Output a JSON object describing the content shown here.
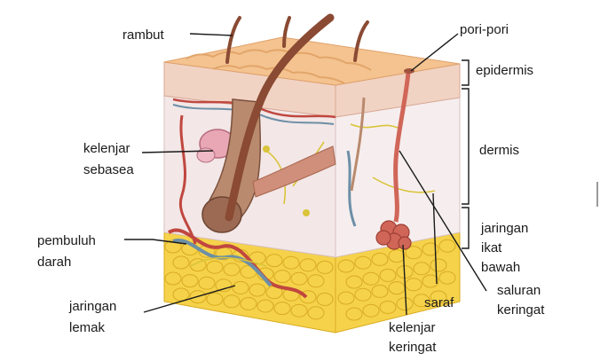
{
  "labels": {
    "hair": "rambut",
    "pores": "pori-pori",
    "epidermis": "epidermis",
    "sebaceous_line1": "kelenjar",
    "sebaceous_line2": "sebasea",
    "dermis": "dermis",
    "subcutaneous_line1": "jaringan",
    "subcutaneous_line2": "ikat",
    "subcutaneous_line3": "bawah",
    "blood_vessel_line1": "pembuluh",
    "blood_vessel_line2": "darah",
    "fat_tissue_line1": "jaringan",
    "fat_tissue_line2": "lemak",
    "nerve": "saraf",
    "sweat_duct_line1": "saluran",
    "sweat_duct_line2": "keringat",
    "sweat_gland_line1": "kelenjar",
    "sweat_gland_line2": "keringat"
  },
  "colors": {
    "skin_surface": "#f4c38f",
    "epidermis_front": "#f1d3c4",
    "dermis_front": "#f3e7e7",
    "dermis_side": "#f6eeee",
    "fat": "#f5d24a",
    "fat_dark": "#d9ab22",
    "hair": "#8a4a33",
    "follicle": "#b98a6e",
    "vessel_red": "#c0473f",
    "vessel_blue": "#6c8fa6",
    "nerve_yellow": "#d9c43a",
    "muscle": "#d08f7a",
    "sweat_gland": "#d06658"
  }
}
